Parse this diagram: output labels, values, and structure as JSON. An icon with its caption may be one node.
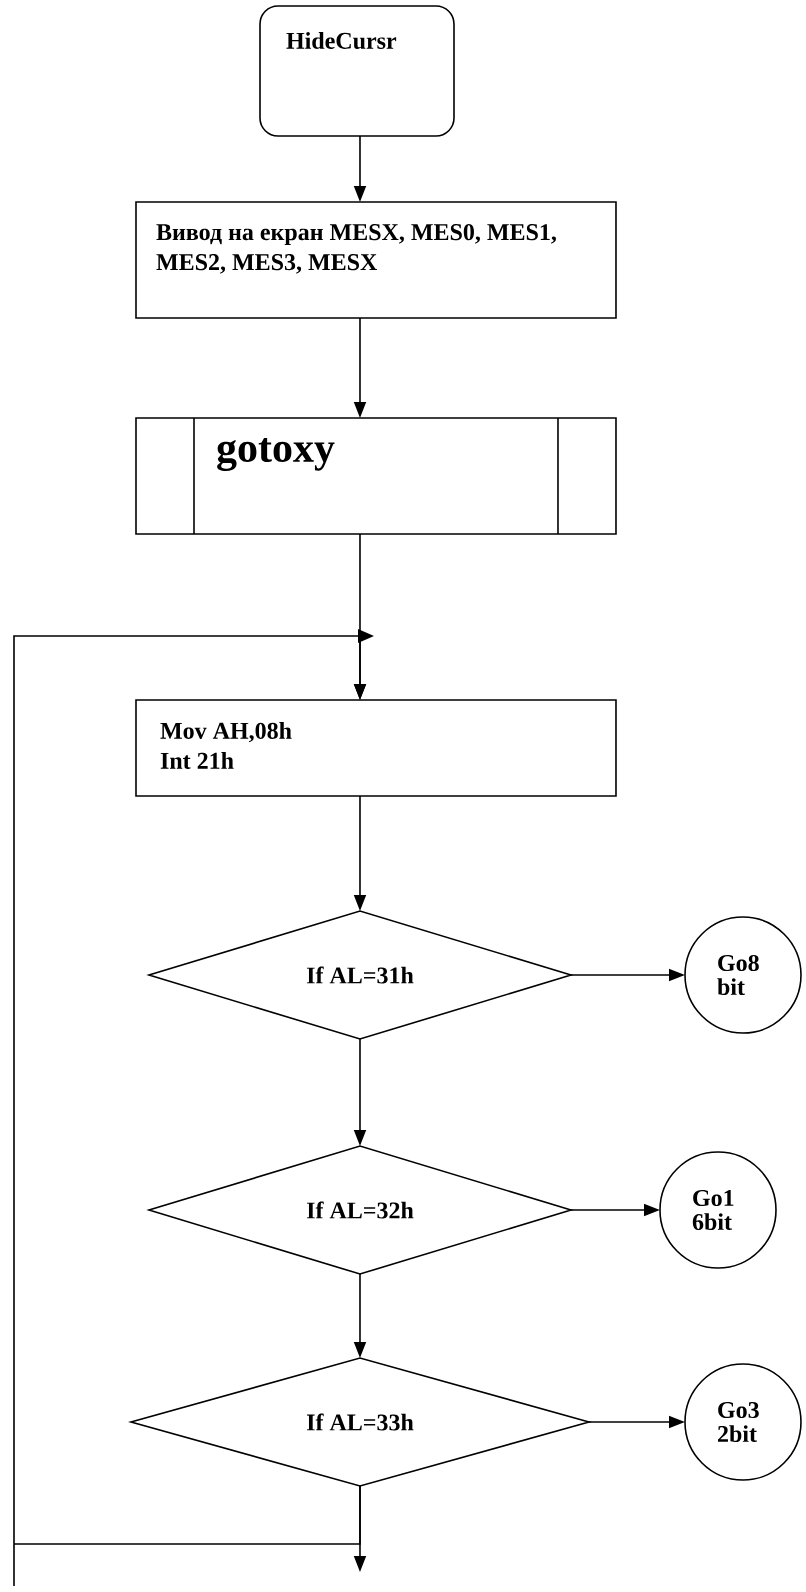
{
  "diagram": {
    "nodes": [
      {
        "text": [
          "HideCursr"
        ]
      },
      {
        "text": [
          "Вивод на екран MESX, MES0, MES1, MES2, MES3, MESX"
        ]
      },
      {
        "text": [
          "gotoxy"
        ]
      },
      {
        "text": [
          "Mov AH,08h Int 21h"
        ]
      },
      {
        "text": [
          "If AL=31h"
        ]
      },
      {
        "text": [
          "Go8 bit"
        ]
      },
      {
        "text": [
          "If AL=32h"
        ]
      },
      {
        "text": [
          "Go1 6bit"
        ]
      },
      {
        "text": [
          "If AL=33h"
        ]
      },
      {
        "text": [
          "Go3 2bit"
        ]
      }
    ],
    "edges": [
      {
        "from": 0,
        "to": 1,
        "arrow": "to"
      },
      {
        "from": 1,
        "to": 2,
        "arrow": "to"
      },
      {
        "from": 2,
        "to": 3,
        "arrow": "to"
      },
      {
        "from": 3,
        "to": 4,
        "arrow": "to"
      },
      {
        "from": 4,
        "to": 5,
        "arrow": "to"
      },
      {
        "from": 4,
        "to": 6,
        "arrow": "to"
      },
      {
        "from": 6,
        "to": 7,
        "arrow": "to"
      },
      {
        "from": 6,
        "to": 8,
        "arrow": "to"
      },
      {
        "from": 8,
        "to": 9,
        "arrow": "to"
      },
      {
        "from": 8,
        "to": null,
        "arrow": "to"
      },
      {
        "from": 8,
        "to": 3,
        "arrow": "to"
      }
    ]
  }
}
